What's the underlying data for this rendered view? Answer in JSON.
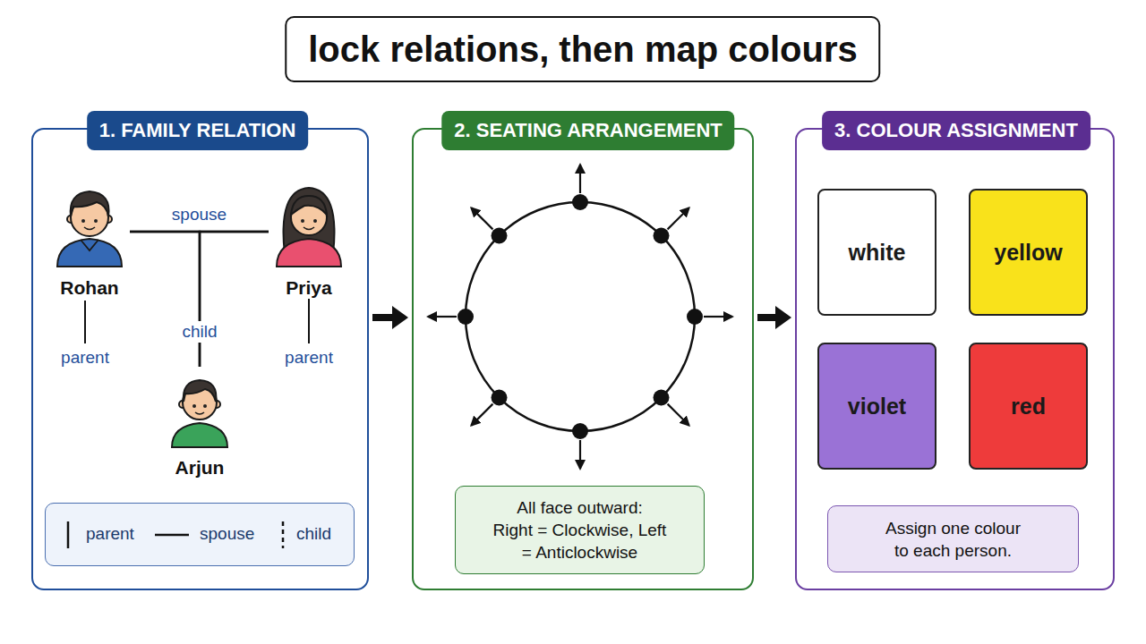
{
  "diagram": {
    "title": "lock relations, then map colours",
    "nodes": [
      {
        "text": [
          "1. FAMILY RELATION"
        ]
      },
      {
        "text": [
          "Rohan"
        ],
        "in": 0
      },
      {
        "text": [
          "Priya"
        ],
        "in": 0
      },
      {
        "text": [
          "Arjun"
        ],
        "in": 0
      },
      {
        "text": [
          "2. SEATING ARRANGEMENT"
        ]
      },
      {
        "text": [
          "All face outward:",
          "Right = Clockwise, Left = Anticlockwise"
        ],
        "in": 4
      },
      {
        "text": [
          "3. COLOUR ASSIGNMENT"
        ]
      },
      {
        "text": [
          "white"
        ],
        "in": 6
      },
      {
        "text": [
          "yellow"
        ],
        "in": 6
      },
      {
        "text": [
          "violet"
        ],
        "in": 6
      },
      {
        "text": [
          "red"
        ],
        "in": 6
      },
      {
        "text": [
          "Assign one colour to each person."
        ],
        "in": 6
      }
    ],
    "edges": [
      {
        "from": 1,
        "to": 2,
        "label": "spouse",
        "arrow": "none"
      },
      {
        "from": 1,
        "to": 3,
        "label": "child",
        "arrow": "none"
      },
      {
        "from": 2,
        "to": 3,
        "arrow": "none"
      },
      {
        "from": 0,
        "to": 4,
        "arrow": "to"
      },
      {
        "from": 4,
        "to": 6,
        "arrow": "to"
      }
    ],
    "labels": [
      "parent",
      "parent"
    ],
    "legend": [
      {
        "text": "parent"
      },
      {
        "text": "spouse"
      },
      {
        "text": "child"
      }
    ]
  }
}
